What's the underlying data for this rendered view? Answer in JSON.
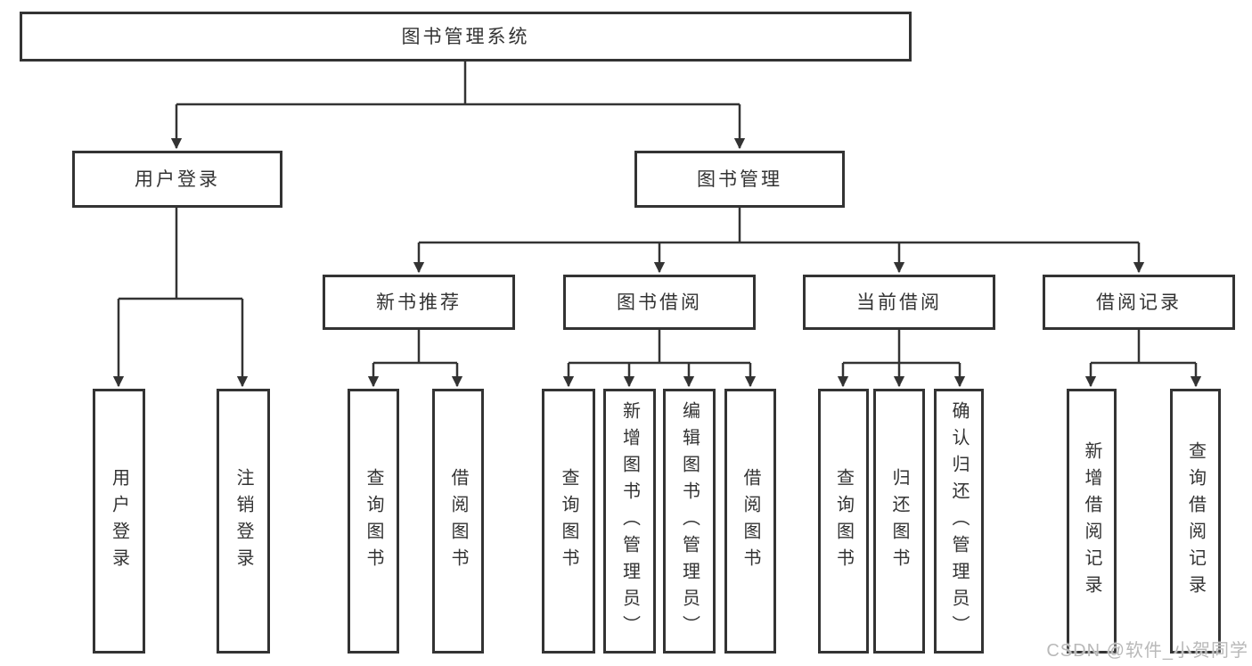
{
  "nodes": {
    "root": {
      "label": "图书管理系统"
    },
    "user_login": {
      "label": "用户登录",
      "children": [
        "用户登录",
        "注销登录"
      ]
    },
    "book_management": {
      "label": "图书管理",
      "groups": [
        {
          "label": "新书推荐",
          "children": [
            "查询图书",
            "借阅图书"
          ]
        },
        {
          "label": "图书借阅",
          "children": [
            "查询图书",
            "新增图书（管理员）",
            "编辑图书（管理员）",
            "借阅图书"
          ]
        },
        {
          "label": "当前借阅",
          "children": [
            "查询图书",
            "归还图书",
            "确认归还（管理员）"
          ]
        },
        {
          "label": "借阅记录",
          "children": [
            "新增借阅记录",
            "查询借阅记录"
          ]
        }
      ]
    }
  },
  "watermark": {
    "text": "CSDN @软件_小贺同学"
  },
  "colors": {
    "line": "#333333",
    "text": "#333333",
    "box_background": "#ffffff",
    "page_background": "#ffffff",
    "watermark": "#b9b9b9"
  }
}
